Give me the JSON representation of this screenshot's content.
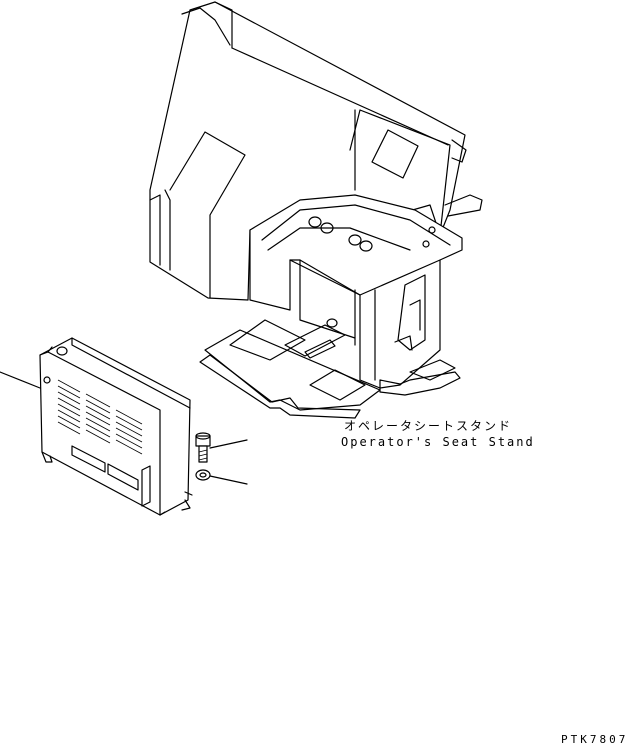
{
  "labels": {
    "part_name_jp": "オペレータシートスタンド",
    "part_name_en": "Operator's Seat Stand"
  },
  "drawing_id": "PTK7807",
  "colors": {
    "line": "#000000",
    "background": "#ffffff"
  },
  "components": [
    {
      "name": "operator-seat-stand",
      "kind": "cab-floor-assembly"
    },
    {
      "name": "side-cover",
      "kind": "louvered-panel"
    },
    {
      "name": "bolt",
      "kind": "fastener"
    },
    {
      "name": "washer",
      "kind": "fastener"
    }
  ]
}
